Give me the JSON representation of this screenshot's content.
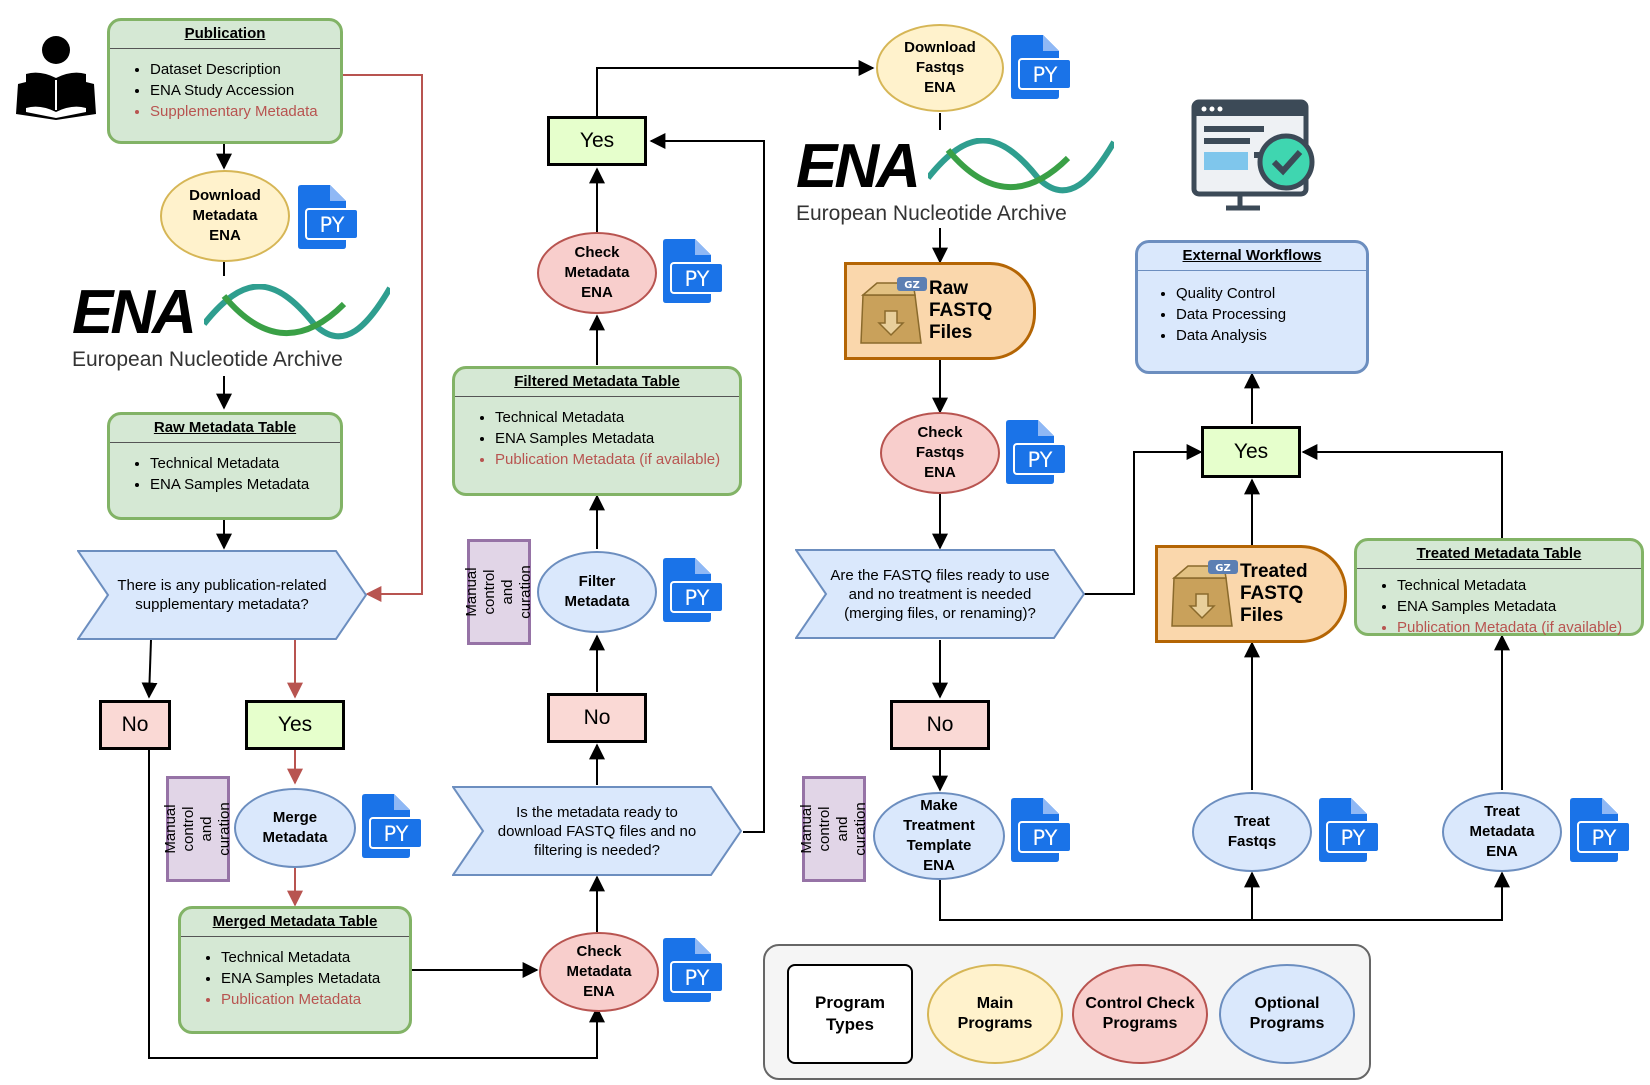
{
  "publication": {
    "title": "Publication",
    "items": [
      "Dataset Description",
      "ENA Study Accession"
    ],
    "red_item": "Supplementary Metadata"
  },
  "download_metadata": "Download\nMetadata\nENA",
  "ena_logo": {
    "word": "ENA",
    "subtitle": "European Nucleotide Archive"
  },
  "raw_metadata_table": {
    "title": "Raw Metadata Table",
    "items": [
      "Technical Metadata",
      "ENA Samples Metadata"
    ]
  },
  "decision_supplementary": "There is any publication-related supplementary metadata?",
  "no_label": "No",
  "yes_label": "Yes",
  "manual_label": "Manual\ncontrol and\ncuration",
  "merge_metadata": "Merge\nMetadata",
  "merged_metadata_table": {
    "title": "Merged Metadata Table",
    "items": [
      "Technical Metadata",
      "ENA Samples Metadata"
    ],
    "red_item": "Publication Metadata"
  },
  "check_metadata": "Check\nMetadata\nENA",
  "decision_metadata_ready": "Is the metadata ready to download FASTQ files and no filtering is needed?",
  "filter_metadata": "Filter\nMetadata",
  "filtered_metadata_table": {
    "title": "Filtered Metadata Table",
    "items": [
      "Technical Metadata",
      "ENA Samples Metadata"
    ],
    "red_item": "Publication Metadata (if available)"
  },
  "download_fastqs": "Download\nFastqs\nENA",
  "raw_fastq": "Raw\nFASTQ\nFiles",
  "check_fastqs": "Check\nFastqs\nENA",
  "decision_fastq_ready": "Are the FASTQ files ready to use and no treatment is needed (merging files, or renaming)?",
  "make_template": "Make\nTreatment\nTemplate\nENA",
  "treat_fastqs": "Treat\nFastqs",
  "treat_metadata": "Treat\nMetadata\nENA",
  "treated_fastq": "Treated\nFASTQ\nFiles",
  "treated_metadata_table": {
    "title": "Treated Metadata Table",
    "items": [
      "Technical Metadata",
      "ENA Samples Metadata"
    ],
    "red_item": "Publication Metadata (if available)"
  },
  "external_workflows": {
    "title": "External Workflows",
    "items": [
      "Quality Control",
      "Data Processing",
      "Data Analysis"
    ]
  },
  "py_badge": "PY",
  "gz_badge": "GZ",
  "legend": {
    "program_types": "Program\nTypes",
    "main": "Main\nPrograms",
    "control": "Control Check\nPrograms",
    "optional": "Optional\nPrograms"
  },
  "colors": {
    "green_fill": "#d5e8d4",
    "green_stroke": "#82b366",
    "yellow_fill": "#fff2cc",
    "yellow_stroke": "#d6b656",
    "red_fill": "#f8cecc",
    "red_stroke": "#b85450",
    "blue_fill": "#dae8fc",
    "blue_stroke": "#6c8ebf",
    "orange_fill": "#fad7ac",
    "orange_stroke": "#b46504",
    "python_blue": "#1a73e8"
  },
  "icons": [
    "reader-icon",
    "python-file-icon",
    "ena-dna-helix-icon",
    "gz-archive-icon",
    "web-check-monitor-icon"
  ]
}
